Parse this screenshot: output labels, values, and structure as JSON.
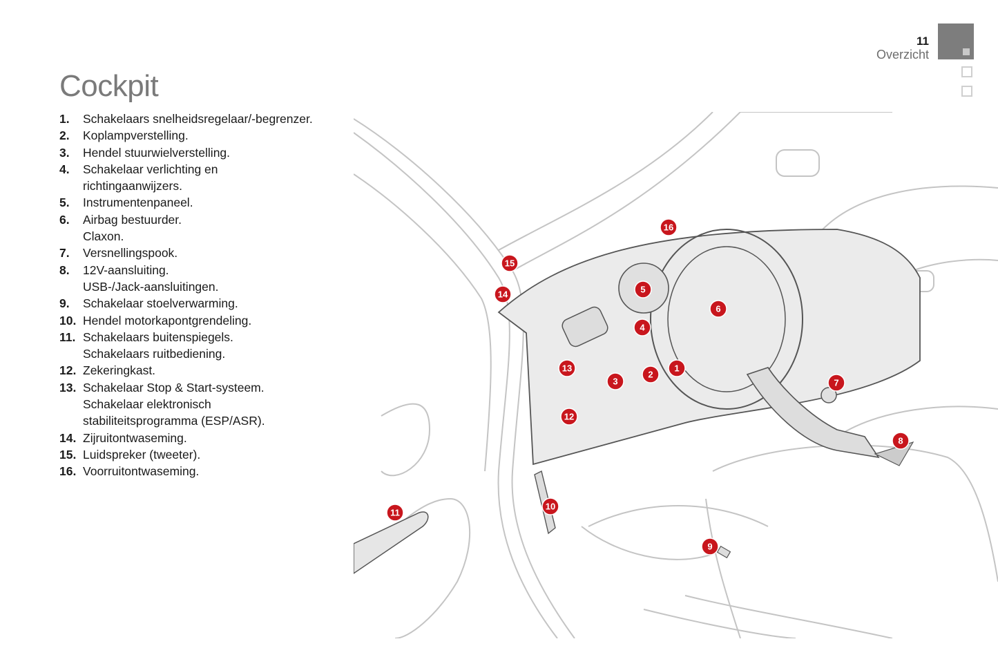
{
  "header": {
    "page_number": "11",
    "section": "Overzicht"
  },
  "title": "Cockpit",
  "items": [
    {
      "num": "1.",
      "lines": [
        "Schakelaars snelheidsregelaar/-begrenzer."
      ]
    },
    {
      "num": "2.",
      "lines": [
        "Koplampverstelling."
      ]
    },
    {
      "num": "3.",
      "lines": [
        "Hendel stuurwielverstelling."
      ]
    },
    {
      "num": "4.",
      "lines": [
        "Schakelaar verlichting en",
        "richtingaanwijzers."
      ]
    },
    {
      "num": "5.",
      "lines": [
        "Instrumentenpaneel."
      ]
    },
    {
      "num": "6.",
      "lines": [
        "Airbag bestuurder.",
        "Claxon."
      ]
    },
    {
      "num": "7.",
      "lines": [
        "Versnellingspook."
      ]
    },
    {
      "num": "8.",
      "lines": [
        "12V-aansluiting.",
        "USB-/Jack-aansluitingen."
      ]
    },
    {
      "num": "9.",
      "lines": [
        "Schakelaar stoelverwarming."
      ]
    },
    {
      "num": "10.",
      "lines": [
        "Hendel motorkapontgrendeling."
      ]
    },
    {
      "num": "11.",
      "lines": [
        "Schakelaars buitenspiegels.",
        "Schakelaars ruitbediening."
      ]
    },
    {
      "num": "12.",
      "lines": [
        "Zekeringkast."
      ]
    },
    {
      "num": "13.",
      "lines": [
        "Schakelaar Stop & Start-systeem.",
        "Schakelaar elektronisch",
        "stabiliteitsprogramma (ESP/ASR)."
      ]
    },
    {
      "num": "14.",
      "lines": [
        "Zijruitontwaseming."
      ]
    },
    {
      "num": "15.",
      "lines": [
        "Luidspreker (tweeter)."
      ]
    },
    {
      "num": "16.",
      "lines": [
        "Voorruitontwaseming."
      ]
    }
  ],
  "markers": [
    "1",
    "2",
    "3",
    "4",
    "5",
    "6",
    "7",
    "8",
    "9",
    "10",
    "11",
    "12",
    "13",
    "14",
    "15",
    "16"
  ],
  "colors": {
    "marker": "#c8161d",
    "title": "#7a7a7a",
    "tab_active": "#7d7d7d"
  }
}
